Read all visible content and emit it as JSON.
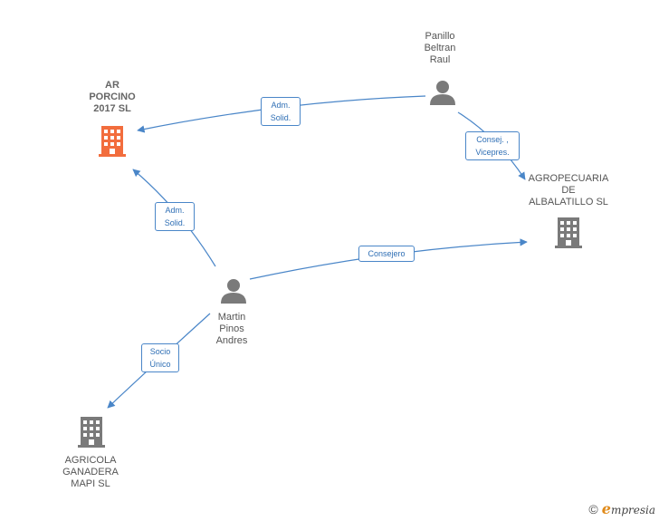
{
  "nodes": {
    "ar_porcino": {
      "label": "AR\nPORCINO\n2017  SL",
      "type": "company",
      "color": "#f26d3d"
    },
    "agropecuaria": {
      "label": "AGROPECUARIA\nDE\nALBALATILLO SL",
      "type": "company",
      "color": "#7a7a7a"
    },
    "agricola": {
      "label": "AGRICOLA\nGANADERA\nMAPI SL",
      "type": "company",
      "color": "#7a7a7a"
    },
    "panillo": {
      "label": "Panillo\nBeltran\nRaul",
      "type": "person",
      "color": "#7a7a7a"
    },
    "martin": {
      "label": "Martin\nPinos\nAndres",
      "type": "person",
      "color": "#7a7a7a"
    }
  },
  "edges": {
    "panillo_ar": {
      "label": "Adm.\nSolid."
    },
    "panillo_agro": {
      "label": "Consej. ,\nVicepres."
    },
    "martin_ar": {
      "label": "Adm.\nSolid."
    },
    "martin_agro": {
      "label": "Consejero"
    },
    "martin_agricola": {
      "label": "Socio\nÚnico"
    }
  },
  "colors": {
    "edge": "#4a86c8"
  },
  "footer": {
    "copyright": "©",
    "brand_initial": "e",
    "brand_rest": "mpresia"
  }
}
